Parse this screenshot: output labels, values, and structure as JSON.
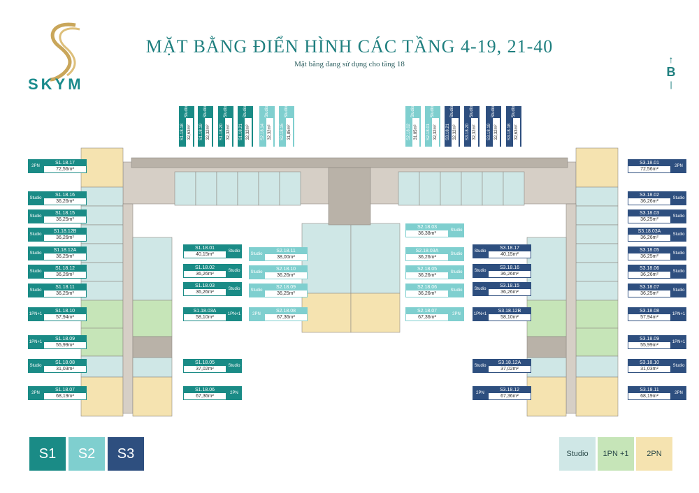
{
  "brand": {
    "name": "SKYM"
  },
  "title": "MẶT BẰNG ĐIỂN HÌNH CÁC TẦNG 4-19, 21-40",
  "subtitle": "Mặt bằng đang sử dụng cho tầng 18",
  "compass": {
    "arrow": "↑",
    "letter": "B",
    "bar": "|"
  },
  "colors": {
    "S1": "#1a8b86",
    "S2": "#7fcfcf",
    "S3": "#2e4f7f",
    "studio": "#cfe7e6",
    "onepn": "#c6e5b8",
    "twopn": "#f5e3b0",
    "wall": "#b9b2a8",
    "corridor": "#d6cfc6"
  },
  "types": {
    "studio": "Studio",
    "onepn": "1PN+1",
    "twopn": "2PN"
  },
  "legend": {
    "towers": [
      "S1",
      "S2",
      "S3"
    ],
    "unit_types": [
      "Studio",
      "1PN +1",
      "2PN"
    ]
  },
  "top_labels": [
    {
      "code": "S1.18.18",
      "area": "32,63m²",
      "type": "Studio",
      "tower": "S1"
    },
    {
      "code": "S1.18.19",
      "area": "32,32m²",
      "type": "Studio",
      "tower": "S1"
    },
    {
      "code": "S1.18.20",
      "area": "32,32m²",
      "type": "Studio",
      "tower": "S1"
    },
    {
      "code": "S1.18.21",
      "area": "32,32m²",
      "type": "Studio",
      "tower": "S1"
    },
    {
      "code": "S2.18.14",
      "area": "32,32m²",
      "type": "Studio",
      "tower": "S2"
    },
    {
      "code": "S2.18.15",
      "area": "31,85m²",
      "type": "Studio",
      "tower": "S2"
    },
    {
      "code": "S2.18.02",
      "area": "31,85m²",
      "type": "Studio",
      "tower": "S2"
    },
    {
      "code": "S2.18.01",
      "area": "32,32m²",
      "type": "Studio",
      "tower": "S2"
    },
    {
      "code": "S3.18.21",
      "area": "32,32m²",
      "type": "Studio",
      "tower": "S3"
    },
    {
      "code": "S3.18.20",
      "area": "32,32m²",
      "type": "Studio",
      "tower": "S3"
    },
    {
      "code": "S3.18.19",
      "area": "32,32m²",
      "type": "Studio",
      "tower": "S3"
    },
    {
      "code": "S3.18.18",
      "area": "32,63m²",
      "type": "Studio",
      "tower": "S3"
    }
  ],
  "left_labels": [
    {
      "code": "S1.18.17",
      "area": "72,56m²",
      "type": "2PN"
    },
    {
      "code": "S1.18.16",
      "area": "36,26m²",
      "type": "Studio"
    },
    {
      "code": "S1.18.15",
      "area": "36,25m²",
      "type": "Studio"
    },
    {
      "code": "S1.18.12B",
      "area": "36,26m²",
      "type": "Studio"
    },
    {
      "code": "S1.18.12A",
      "area": "36,25m²",
      "type": "Studio"
    },
    {
      "code": "S1.18.12",
      "area": "36,26m²",
      "type": "Studio"
    },
    {
      "code": "S1.18.11",
      "area": "36,25m²",
      "type": "Studio"
    },
    {
      "code": "S1.18.10",
      "area": "57,94m²",
      "type": "1PN+1"
    },
    {
      "code": "S1.18.09",
      "area": "55,99m²",
      "type": "1PN+1"
    },
    {
      "code": "S1.18.08",
      "area": "31,03m²",
      "type": "Studio"
    },
    {
      "code": "S1.18.07",
      "area": "68,19m²",
      "type": "2PN"
    }
  ],
  "s1_inner_labels": [
    {
      "code": "S1.18.01",
      "area": "40,15m²",
      "type": "Studio"
    },
    {
      "code": "S1.18.02",
      "area": "36,26m²",
      "type": "Studio"
    },
    {
      "code": "S1.18.03",
      "area": "36,26m²",
      "type": "Studio"
    },
    {
      "code": "S1.18.03A",
      "area": "58,10m²",
      "type": "1PN+1"
    },
    {
      "code": "S1.18.05",
      "area": "37,02m²",
      "type": "Studio"
    },
    {
      "code": "S1.18.06",
      "area": "67,36m²",
      "type": "2PN"
    }
  ],
  "s2_left_labels": [
    {
      "code": "S2.18.11",
      "area": "38,00m²",
      "type": "Studio"
    },
    {
      "code": "S2.18.10",
      "area": "36,26m²",
      "type": "Studio"
    },
    {
      "code": "S2.18.09",
      "area": "36,25m²",
      "type": "Studio"
    },
    {
      "code": "S2.18.08",
      "area": "67,36m²",
      "type": "2PN"
    }
  ],
  "s2_right_labels": [
    {
      "code": "S2.18.03",
      "area": "36,38m²",
      "type": "Studio"
    },
    {
      "code": "S2.18.03A",
      "area": "36,26m²",
      "type": "Studio"
    },
    {
      "code": "S2.18.05",
      "area": "36,26m²",
      "type": "Studio"
    },
    {
      "code": "S2.18.06",
      "area": "36,26m²",
      "type": "Studio"
    },
    {
      "code": "S2.18.07",
      "area": "67,36m²",
      "type": "2PN"
    }
  ],
  "s3_inner_labels": [
    {
      "code": "S3.18.17",
      "area": "40,15m²",
      "type": "Studio"
    },
    {
      "code": "S3.18.16",
      "area": "36,26m²",
      "type": "Studio"
    },
    {
      "code": "S3.18.15",
      "area": "36,26m²",
      "type": "Studio"
    },
    {
      "code": "S3.18.12B",
      "area": "58,10m²",
      "type": "1PN+1"
    },
    {
      "code": "S3.18.12A",
      "area": "37,02m²",
      "type": "Studio"
    },
    {
      "code": "S3.18.12",
      "area": "67,36m²",
      "type": "2PN"
    }
  ],
  "right_labels": [
    {
      "code": "S3.18.01",
      "area": "72,56m²",
      "type": "2PN"
    },
    {
      "code": "S3.18.02",
      "area": "36,26m²",
      "type": "Studio"
    },
    {
      "code": "S3.18.03",
      "area": "36,25m²",
      "type": "Studio"
    },
    {
      "code": "S3.18.03A",
      "area": "36,26m²",
      "type": "Studio"
    },
    {
      "code": "S3.18.05",
      "area": "36,25m²",
      "type": "Studio"
    },
    {
      "code": "S3.18.06",
      "area": "36,26m²",
      "type": "Studio"
    },
    {
      "code": "S3.18.07",
      "area": "36,25m²",
      "type": "Studio"
    },
    {
      "code": "S3.18.08",
      "area": "57,94m²",
      "type": "1PN+1"
    },
    {
      "code": "S3.18.09",
      "area": "55,99m²",
      "type": "1PN+1"
    },
    {
      "code": "S3.18.10",
      "area": "31,03m²",
      "type": "Studio"
    },
    {
      "code": "S3.18.11",
      "area": "68,19m²",
      "type": "2PN"
    }
  ]
}
